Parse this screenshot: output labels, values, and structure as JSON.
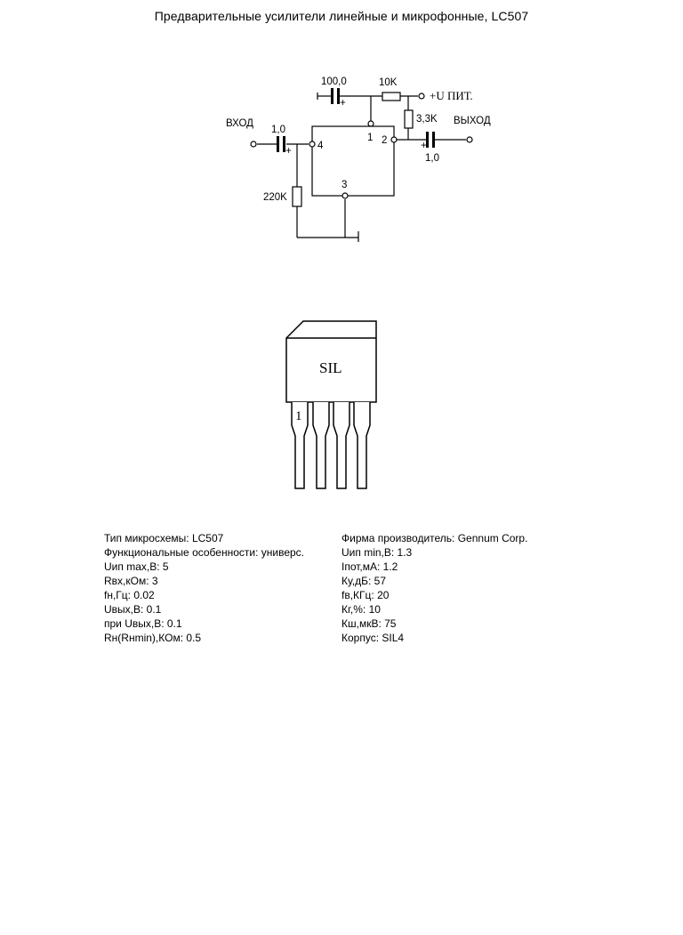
{
  "page": {
    "title": "Предварительные усилители линейные и микрофонные, LC507"
  },
  "schematic": {
    "cap_top_label": "100,0",
    "res_top_label": "10K",
    "supply_label": "+U ПИТ.",
    "input_label": "ВХОД",
    "cap_in_label": "1,0",
    "res_out_label": "3,3K",
    "output_label": "ВЫХОД",
    "cap_out_label": "1,0",
    "res_in_label": "220K",
    "pin1": "1",
    "pin2": "2",
    "pin3": "3",
    "pin4": "4",
    "plus": "+"
  },
  "package": {
    "name": "SIL",
    "pin_one": "1"
  },
  "specs": {
    "left": [
      "Тип микросхемы: LC507",
      "Функциональные особенности: универс.",
      "Uип max,B: 5",
      "Rвх,кОм: 3",
      "fн,Гц: 0.02",
      "Uвых,B: 0.1",
      "при Uвых,B: 0.1",
      "Rн(Rнmin),КОм: 0.5"
    ],
    "right": [
      "Фирма производитель: Gennum Corp.",
      "Uип min,B: 1.3",
      "Iпот,мА: 1.2",
      "Ку,дБ: 57",
      "fв,КГц: 20",
      "Кг,%: 10",
      "Кш,мкВ: 75",
      "Корпус: SIL4"
    ]
  }
}
